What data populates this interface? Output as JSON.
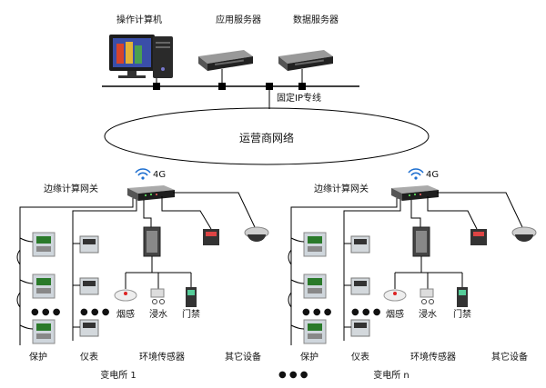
{
  "top": {
    "operator_pc": "操作计算机",
    "app_server": "应用服务器",
    "data_server": "数据服务器",
    "fixed_ip": "固定IP专线"
  },
  "cloud": {
    "label": "运营商网络"
  },
  "station1": {
    "gateway_label": "边缘计算网关",
    "signal": "4G",
    "protection": "保护",
    "meter": "仪表",
    "env_sensor": "环境传感器",
    "other": "其它设备",
    "smoke": "烟感",
    "water": "浸水",
    "door": "门禁",
    "name": "变电所 1"
  },
  "station2": {
    "gateway_label": "边缘计算网关",
    "signal": "4G",
    "protection": "保护",
    "meter": "仪表",
    "env_sensor": "环境传感器",
    "other": "其它设备",
    "smoke": "烟感",
    "water": "浸水",
    "door": "门禁",
    "name": "变电所 n"
  },
  "ellipsis": "● ● ●"
}
